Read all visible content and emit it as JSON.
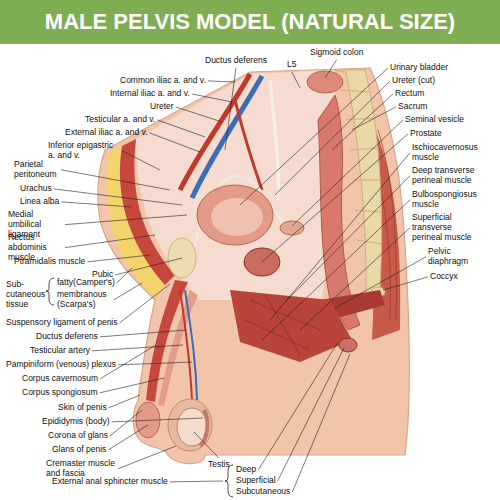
{
  "diagram": {
    "title": "MALE PELVIS MODEL (NATURAL SIZE)",
    "labels": [
      "Ductus deferens",
      "L5",
      "Sigmoid colon",
      "Common iliac a. and v.",
      "Urinary bladder",
      "Internal iliac a. and v.",
      "Ureter (cut)",
      "Ureter",
      "Rectum",
      "Testicular a. and v.",
      "Sacrum",
      "External iliac a. and v.",
      "Seminal vesicle",
      "Inferior epigastric a. and v.",
      "Prostate",
      "Parietal peritoneum",
      "Ischiocavernosus muscle",
      "Urachus",
      "Deep transverse perineal muscle",
      "Linea alba",
      "Bulbospongiosus muscle",
      "Medial umbilical ligament",
      "Superficial transverse perineal muscle",
      "Rectus abdominis muscle",
      "Pelvic diaphragm",
      "Ptramidalis muscle",
      "Coccyx",
      "Pubic",
      "Sub-cutaneous tissue",
      "fatty(Camper's)",
      "membranous (Scarpa's)",
      "Suspensory ligament of penis",
      "Ductus deferens",
      "Testicular artery",
      "Pampiniform (venous) plexus",
      "Corpus cavernosum",
      "Corpus spongiosum",
      "Skin of penis",
      "Epididymis (body)",
      "Corona of glans",
      "Glans of penis",
      "Cremaster muscle and fascia",
      "Testis",
      "External anal sphincter muscle",
      "Deep",
      "Superficial",
      "Subcutaneous"
    ]
  }
}
